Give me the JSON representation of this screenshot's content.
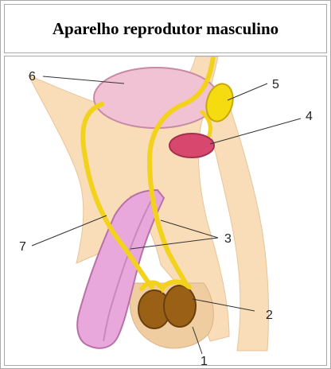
{
  "title": "Aparelho reprodutor masculino",
  "labels": [
    "1",
    "2",
    "3",
    "4",
    "5",
    "6",
    "7"
  ],
  "colors": {
    "skin": "#f8ddb8",
    "bladder": "#f0c2d4",
    "penis": "#e9a8dc",
    "duct": "#f2d21c",
    "seminal_vesicle": "#f4dc10",
    "prostate": "#d8476e",
    "testis": "#9a6016"
  }
}
